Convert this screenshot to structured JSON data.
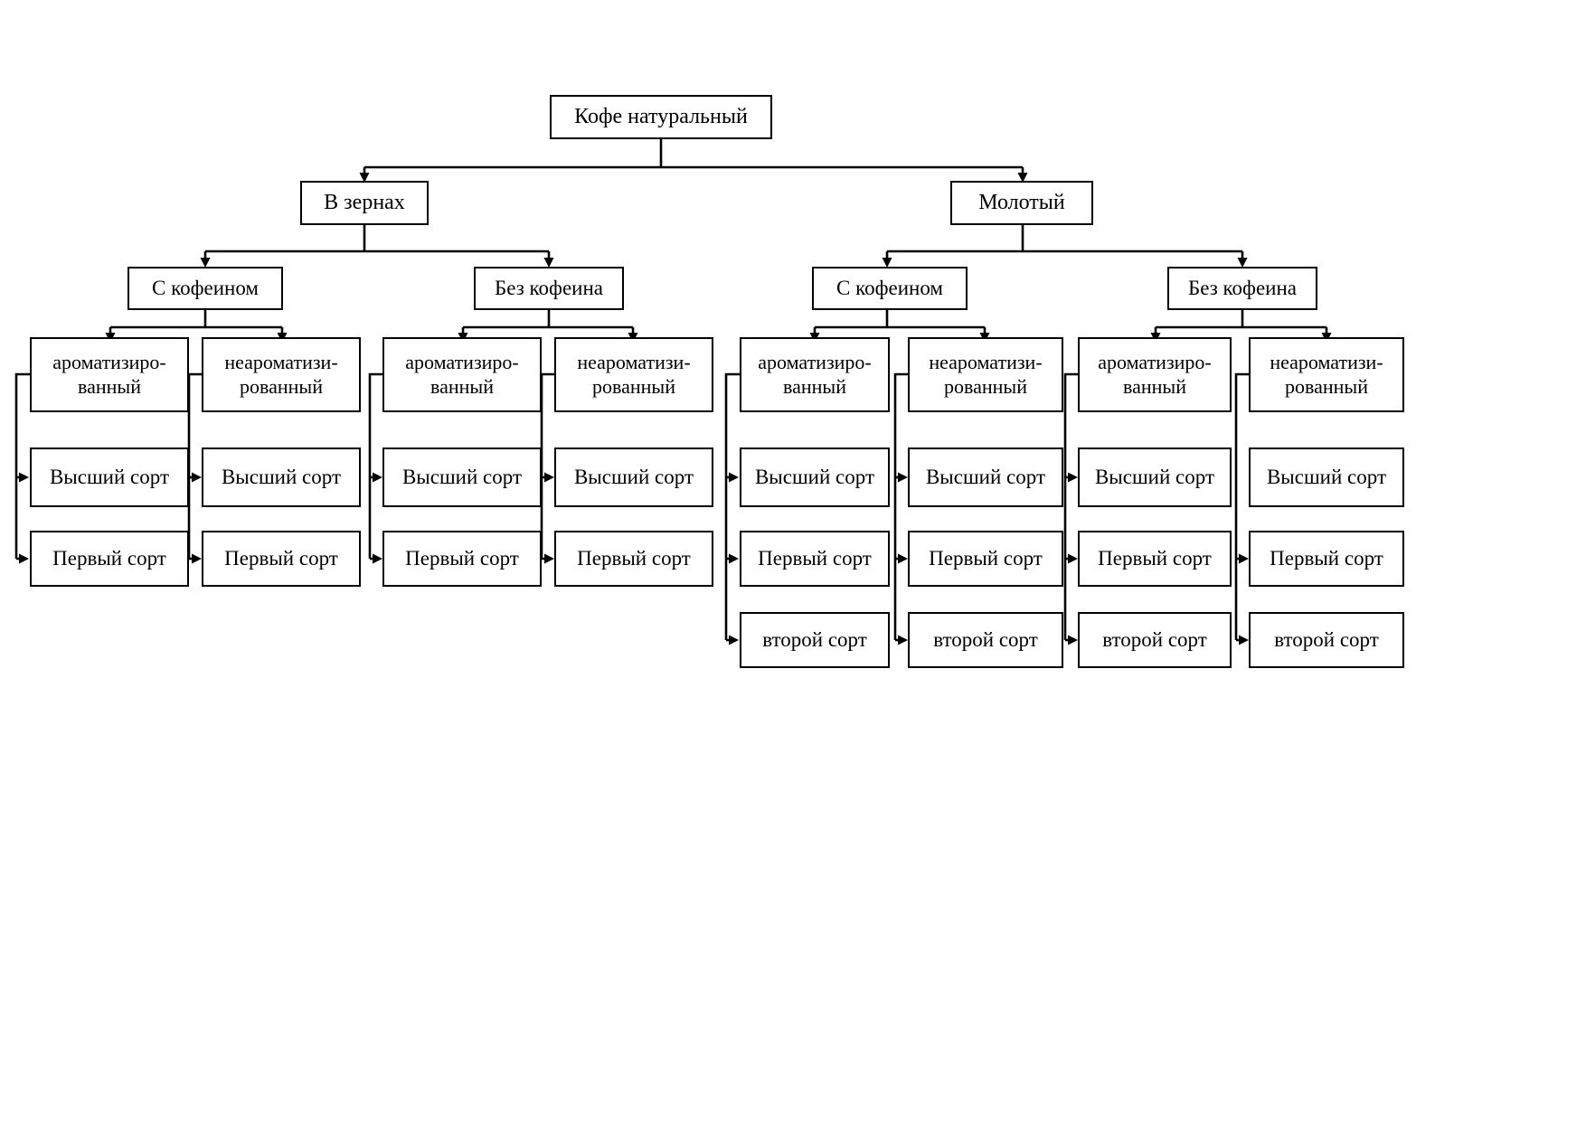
{
  "diagram": {
    "type": "hierarchy-tree",
    "title": "Кофе натуральный",
    "root": {
      "label": "Кофе натуральный"
    },
    "level2": [
      {
        "label": "В зернах"
      },
      {
        "label": "Молотый"
      }
    ],
    "level3": [
      {
        "label": "С кофеином"
      },
      {
        "label": "Без кофеина"
      },
      {
        "label": "С кофеином"
      },
      {
        "label": "Без кофеина"
      }
    ],
    "level4": [
      {
        "label": "ароматизиро-\nванный"
      },
      {
        "label": "неароматизи-\nрованный"
      },
      {
        "label": "ароматизиро-\nванный"
      },
      {
        "label": "неароматизи-\nрованный"
      },
      {
        "label": "ароматизиро-\nванный"
      },
      {
        "label": "неароматизи-\nрованный"
      },
      {
        "label": "ароматизиро-\nванный"
      },
      {
        "label": "неароматизи-\nрованный"
      }
    ],
    "grades": {
      "top": "Высший сорт",
      "first": "Первый сорт",
      "second": "второй сорт"
    },
    "columns": [
      {
        "branch": "В зернах",
        "caffeine": "С кофеином",
        "aroma": "ароматизиро-\nванный",
        "grades": [
          "Высший сорт",
          "Первый сорт"
        ]
      },
      {
        "branch": "В зернах",
        "caffeine": "С кофеином",
        "aroma": "неароматизи-\nрованный",
        "grades": [
          "Высший сорт",
          "Первый сорт"
        ]
      },
      {
        "branch": "В зернах",
        "caffeine": "Без кофеина",
        "aroma": "ароматизиро-\nванный",
        "grades": [
          "Высший сорт",
          "Первый сорт"
        ]
      },
      {
        "branch": "В зернах",
        "caffeine": "Без кофеина",
        "aroma": "неароматизи-\nрованный",
        "grades": [
          "Высший сорт",
          "Первый сорт"
        ]
      },
      {
        "branch": "Молотый",
        "caffeine": "С кофеином",
        "aroma": "ароматизиро-\nванный",
        "grades": [
          "Высший сорт",
          "Первый сорт",
          "второй сорт"
        ]
      },
      {
        "branch": "Молотый",
        "caffeine": "С кофеином",
        "aroma": "неароматизи-\nрованный",
        "grades": [
          "Высший сорт",
          "Первый сорт",
          "второй сорт"
        ]
      },
      {
        "branch": "Молотый",
        "caffeine": "Без кофеина",
        "aroma": "ароматизиро-\nванный",
        "grades": [
          "Высший сорт",
          "Первый сорт",
          "второй сорт"
        ]
      },
      {
        "branch": "Молотый",
        "caffeine": "Без кофеина",
        "aroma": "неароматизи-\nрованный",
        "grades": [
          "Высший сорт",
          "Первый сорт",
          "второй сорт"
        ]
      }
    ],
    "colors": {
      "line": "#000000",
      "box_border": "#000000",
      "box_fill": "#ffffff",
      "background": "#ffffff",
      "text": "#000000"
    }
  }
}
